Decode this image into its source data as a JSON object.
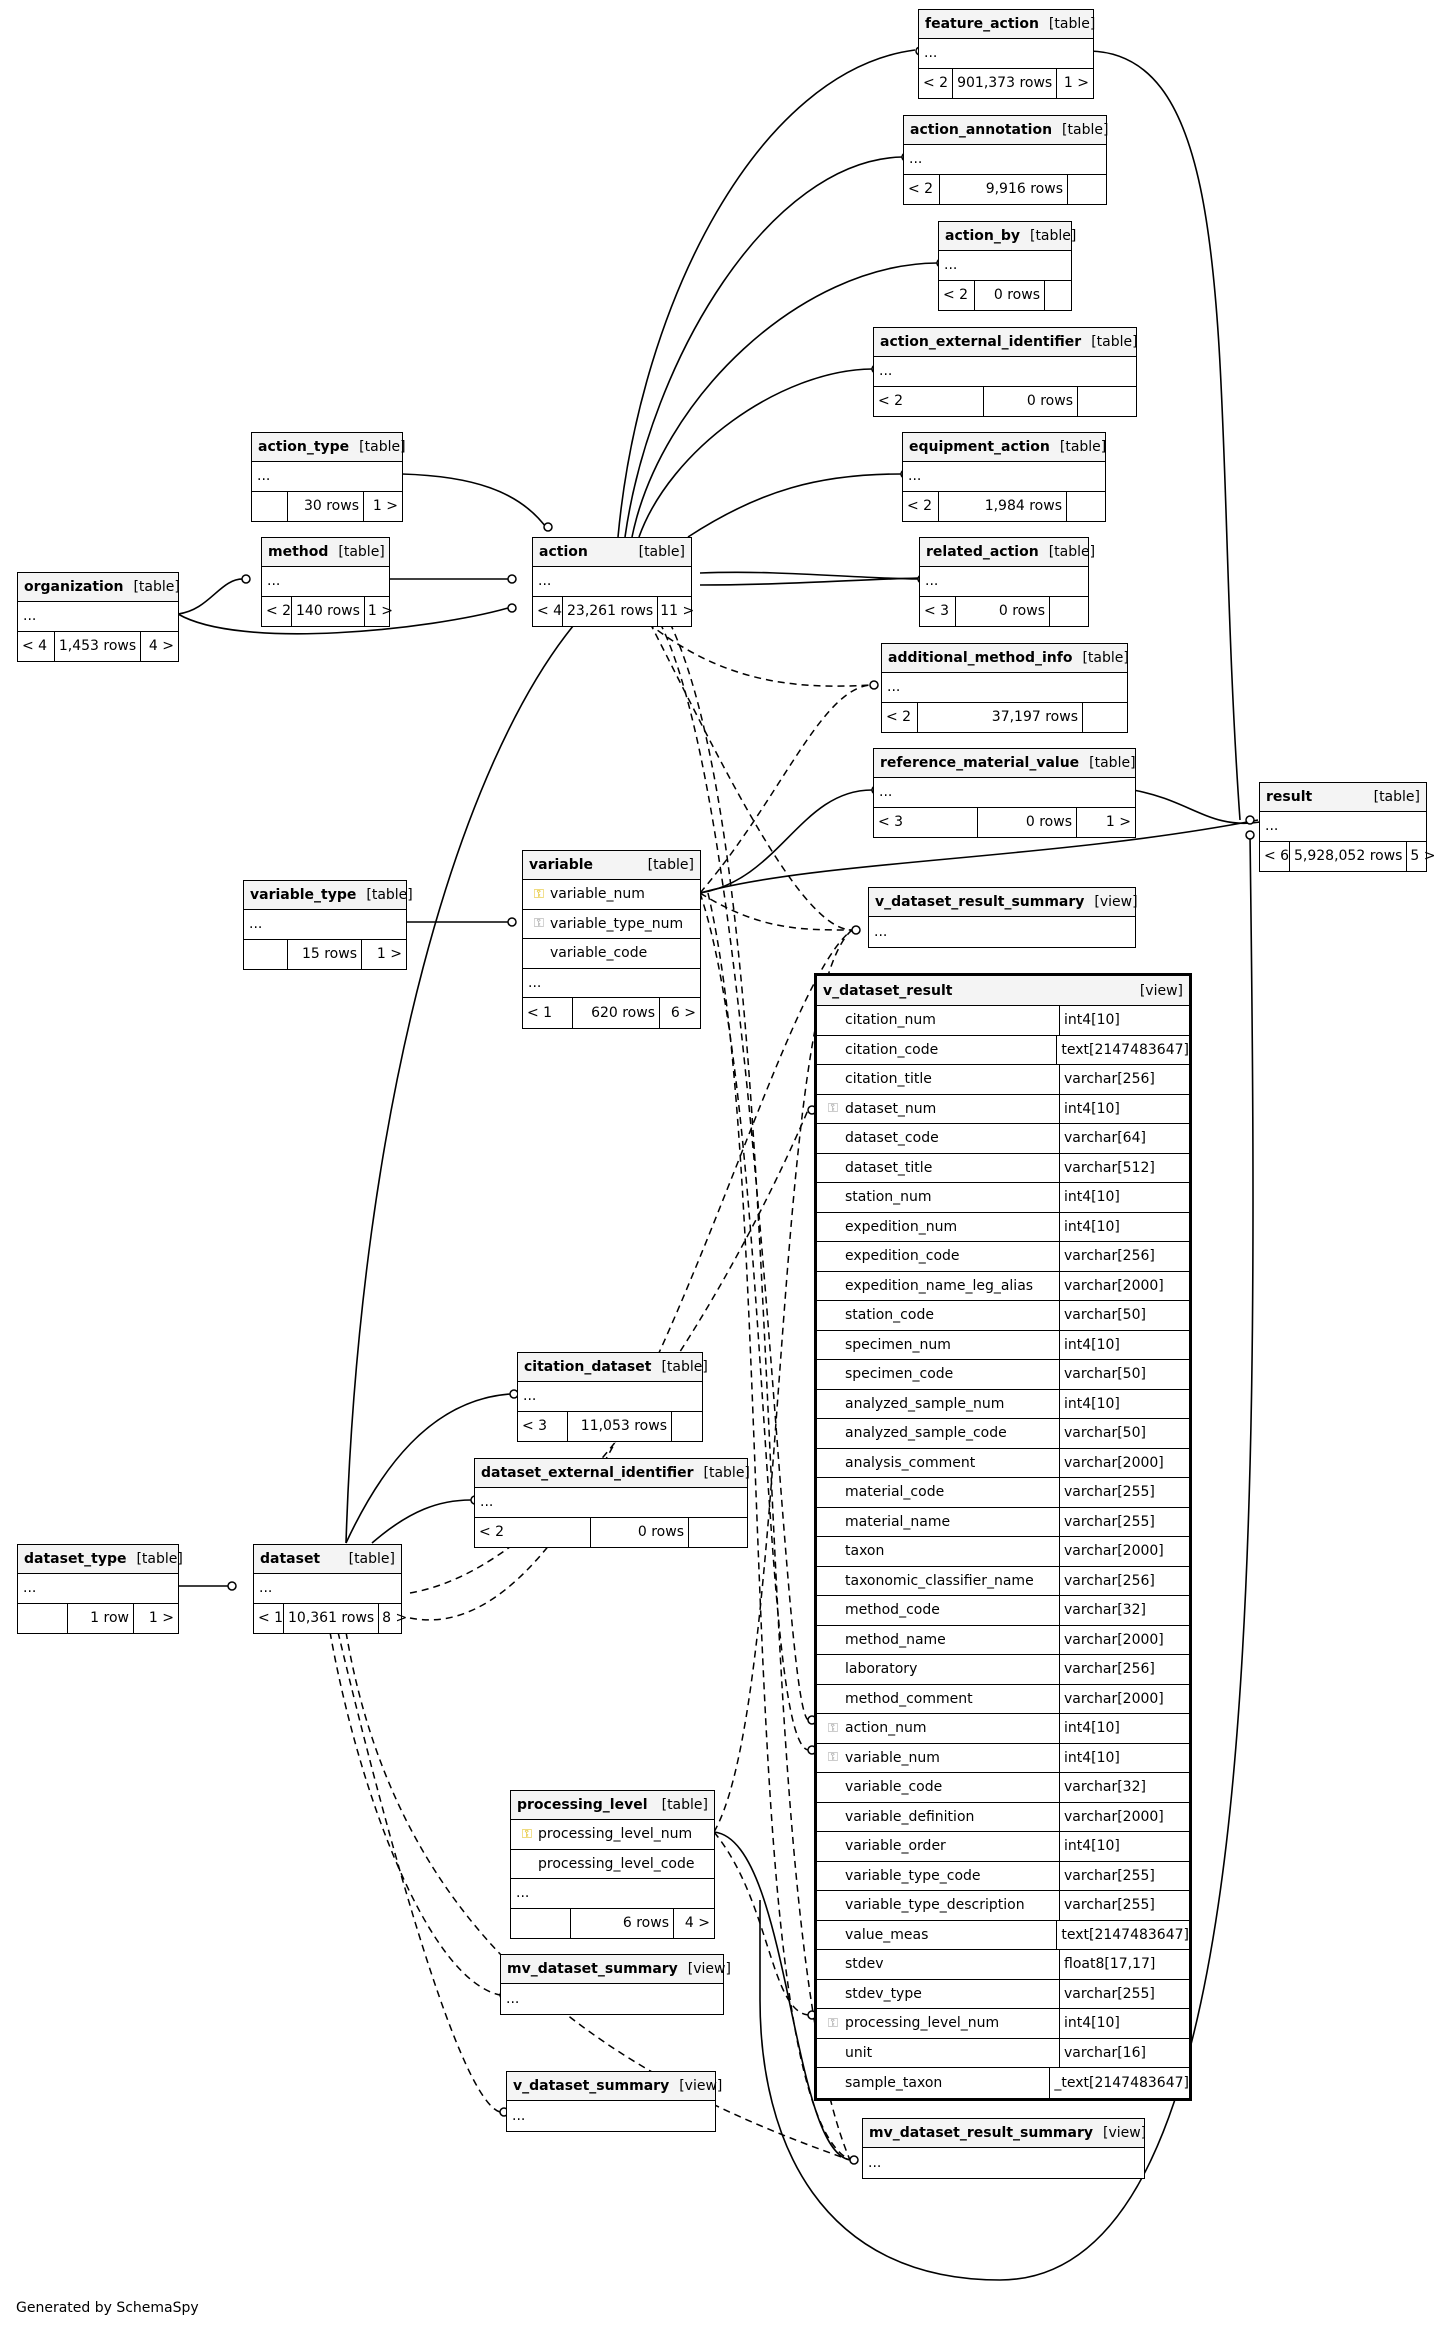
{
  "footer": "Generated by SchemaSpy",
  "tables": {
    "feature_action": {
      "name": "feature_action",
      "kind": "[table]",
      "ellipsis": "...",
      "left": "< 2",
      "rows": "901,373 rows",
      "right": "1 >"
    },
    "action_annotation": {
      "name": "action_annotation",
      "kind": "[table]",
      "ellipsis": "...",
      "left": "< 2",
      "rows": "9,916 rows",
      "right": ""
    },
    "action_by": {
      "name": "action_by",
      "kind": "[table]",
      "ellipsis": "...",
      "left": "< 2",
      "rows": "0 rows",
      "right": ""
    },
    "action_external_identifier": {
      "name": "action_external_identifier",
      "kind": "[table]",
      "ellipsis": "...",
      "left": "< 2",
      "rows": "0 rows",
      "right": ""
    },
    "equipment_action": {
      "name": "equipment_action",
      "kind": "[table]",
      "ellipsis": "...",
      "left": "< 2",
      "rows": "1,984 rows",
      "right": ""
    },
    "related_action": {
      "name": "related_action",
      "kind": "[table]",
      "ellipsis": "...",
      "left": "< 3",
      "rows": "0 rows",
      "right": ""
    },
    "additional_method_info": {
      "name": "additional_method_info",
      "kind": "[table]",
      "ellipsis": "...",
      "left": "< 2",
      "rows": "37,197 rows",
      "right": ""
    },
    "reference_material_value": {
      "name": "reference_material_value",
      "kind": "[table]",
      "ellipsis": "...",
      "left": "< 3",
      "rows": "0 rows",
      "right": "1 >"
    },
    "result": {
      "name": "result",
      "kind": "[table]",
      "ellipsis": "...",
      "left": "< 6",
      "rows": "5,928,052 rows",
      "right": "5 >"
    },
    "action_type": {
      "name": "action_type",
      "kind": "[table]",
      "ellipsis": "...",
      "left": "",
      "rows": "30 rows",
      "right": "1 >"
    },
    "method": {
      "name": "method",
      "kind": "[table]",
      "ellipsis": "...",
      "left": "< 2",
      "rows": "140 rows",
      "right": "1 >"
    },
    "organization": {
      "name": "organization",
      "kind": "[table]",
      "ellipsis": "...",
      "left": "< 4",
      "rows": "1,453 rows",
      "right": "4 >"
    },
    "action": {
      "name": "action",
      "kind": "[table]",
      "ellipsis": "...",
      "left": "< 4",
      "rows": "23,261 rows",
      "right": "11 >"
    },
    "variable_type": {
      "name": "variable_type",
      "kind": "[table]",
      "ellipsis": "...",
      "left": "",
      "rows": "15 rows",
      "right": "1 >"
    },
    "variable": {
      "name": "variable",
      "kind": "[table]",
      "columns": [
        {
          "key": "pk",
          "name": "variable_num"
        },
        {
          "key": "fk",
          "name": "variable_type_num"
        },
        {
          "key": "",
          "name": "variable_code"
        }
      ],
      "ellipsis": "...",
      "left": "< 1",
      "rows": "620 rows",
      "right": "6 >"
    },
    "v_dataset_result_summary": {
      "name": "v_dataset_result_summary",
      "kind": "[view]",
      "ellipsis": "..."
    },
    "citation_dataset": {
      "name": "citation_dataset",
      "kind": "[table]",
      "ellipsis": "...",
      "left": "< 3",
      "rows": "11,053 rows",
      "right": ""
    },
    "dataset_external_identifier": {
      "name": "dataset_external_identifier",
      "kind": "[table]",
      "ellipsis": "...",
      "left": "< 2",
      "rows": "0 rows",
      "right": ""
    },
    "dataset_type": {
      "name": "dataset_type",
      "kind": "[table]",
      "ellipsis": "...",
      "left": "",
      "rows": "1 row",
      "right": "1 >"
    },
    "dataset": {
      "name": "dataset",
      "kind": "[table]",
      "ellipsis": "...",
      "left": "< 1",
      "rows": "10,361 rows",
      "right": "8 >"
    },
    "processing_level": {
      "name": "processing_level",
      "kind": "[table]",
      "columns": [
        {
          "key": "pk",
          "name": "processing_level_num"
        },
        {
          "key": "",
          "name": "processing_level_code"
        }
      ],
      "ellipsis": "...",
      "left": "",
      "rows": "6 rows",
      "right": "4 >"
    },
    "mv_dataset_summary": {
      "name": "mv_dataset_summary",
      "kind": "[view]",
      "ellipsis": "..."
    },
    "v_dataset_summary": {
      "name": "v_dataset_summary",
      "kind": "[view]",
      "ellipsis": "..."
    },
    "mv_dataset_result_summary": {
      "name": "mv_dataset_result_summary",
      "kind": "[view]",
      "ellipsis": "..."
    }
  },
  "v_dataset_result": {
    "name": "v_dataset_result",
    "kind": "[view]",
    "columns": [
      {
        "name": "citation_num",
        "type": "int4[10]",
        "fk": false
      },
      {
        "name": "citation_code",
        "type": "text[2147483647]",
        "fk": false
      },
      {
        "name": "citation_title",
        "type": "varchar[256]",
        "fk": false
      },
      {
        "name": "dataset_num",
        "type": "int4[10]",
        "fk": true
      },
      {
        "name": "dataset_code",
        "type": "varchar[64]",
        "fk": false
      },
      {
        "name": "dataset_title",
        "type": "varchar[512]",
        "fk": false
      },
      {
        "name": "station_num",
        "type": "int4[10]",
        "fk": false
      },
      {
        "name": "expedition_num",
        "type": "int4[10]",
        "fk": false
      },
      {
        "name": "expedition_code",
        "type": "varchar[256]",
        "fk": false
      },
      {
        "name": "expedition_name_leg_alias",
        "type": "varchar[2000]",
        "fk": false
      },
      {
        "name": "station_code",
        "type": "varchar[50]",
        "fk": false
      },
      {
        "name": "specimen_num",
        "type": "int4[10]",
        "fk": false
      },
      {
        "name": "specimen_code",
        "type": "varchar[50]",
        "fk": false
      },
      {
        "name": "analyzed_sample_num",
        "type": "int4[10]",
        "fk": false
      },
      {
        "name": "analyzed_sample_code",
        "type": "varchar[50]",
        "fk": false
      },
      {
        "name": "analysis_comment",
        "type": "varchar[2000]",
        "fk": false
      },
      {
        "name": "material_code",
        "type": "varchar[255]",
        "fk": false
      },
      {
        "name": "material_name",
        "type": "varchar[255]",
        "fk": false
      },
      {
        "name": "taxon",
        "type": "varchar[2000]",
        "fk": false
      },
      {
        "name": "taxonomic_classifier_name",
        "type": "varchar[256]",
        "fk": false
      },
      {
        "name": "method_code",
        "type": "varchar[32]",
        "fk": false
      },
      {
        "name": "method_name",
        "type": "varchar[2000]",
        "fk": false
      },
      {
        "name": "laboratory",
        "type": "varchar[256]",
        "fk": false
      },
      {
        "name": "method_comment",
        "type": "varchar[2000]",
        "fk": false
      },
      {
        "name": "action_num",
        "type": "int4[10]",
        "fk": true
      },
      {
        "name": "variable_num",
        "type": "int4[10]",
        "fk": true
      },
      {
        "name": "variable_code",
        "type": "varchar[32]",
        "fk": false
      },
      {
        "name": "variable_definition",
        "type": "varchar[2000]",
        "fk": false
      },
      {
        "name": "variable_order",
        "type": "int4[10]",
        "fk": false
      },
      {
        "name": "variable_type_code",
        "type": "varchar[255]",
        "fk": false
      },
      {
        "name": "variable_type_description",
        "type": "varchar[255]",
        "fk": false
      },
      {
        "name": "value_meas",
        "type": "text[2147483647]",
        "fk": false
      },
      {
        "name": "stdev",
        "type": "float8[17,17]",
        "fk": false
      },
      {
        "name": "stdev_type",
        "type": "varchar[255]",
        "fk": false
      },
      {
        "name": "processing_level_num",
        "type": "int4[10]",
        "fk": true
      },
      {
        "name": "unit",
        "type": "varchar[16]",
        "fk": false
      },
      {
        "name": "sample_taxon",
        "type": "_text[2147483647]",
        "fk": false
      }
    ]
  },
  "key_icon": "key-icon"
}
